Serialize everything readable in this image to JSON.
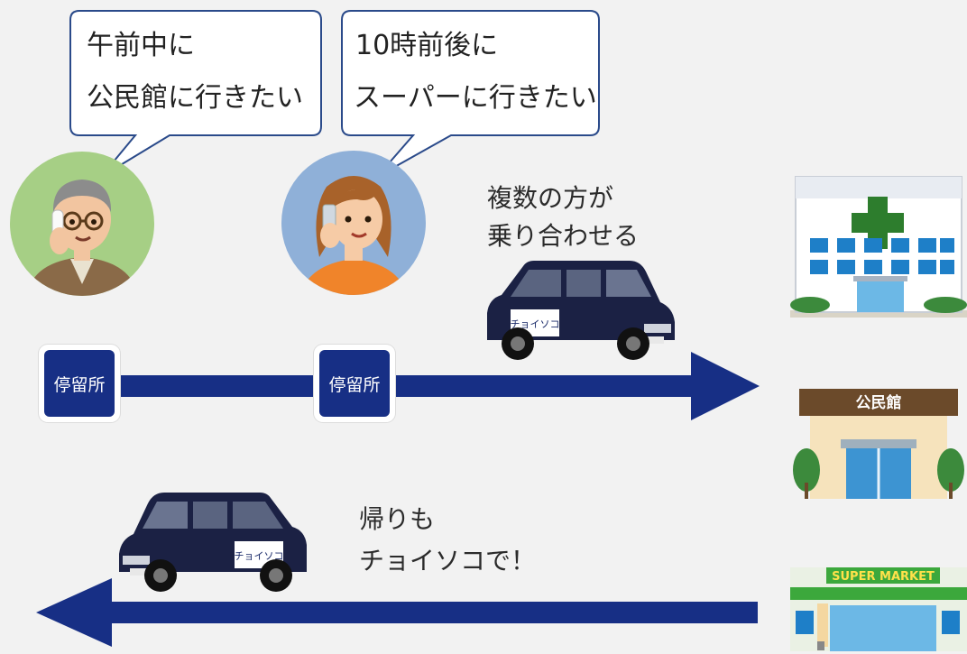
{
  "bubbles": {
    "left": {
      "line1": "午前中に",
      "line2": "公民館に行きたい"
    },
    "right": {
      "line1": "10時前後に",
      "line2": "スーパーに行きたい"
    }
  },
  "stops": {
    "label": "停留所"
  },
  "captions": {
    "rideshare_line1": "複数の方が",
    "rideshare_line2": "乗り合わせる",
    "return_line1": "帰りも",
    "return_line2": "チョイソコで！"
  },
  "buildings": {
    "community_center_sign": "公民館",
    "supermarket_sign": "SUPER MARKET"
  },
  "taxi_decal": "チョイソコ",
  "colors": {
    "route_blue": "#172f85",
    "bubble_border": "#2a4a8a",
    "hospital_cross": "#2d7d2d",
    "supermarket_green": "#3ca83c"
  }
}
